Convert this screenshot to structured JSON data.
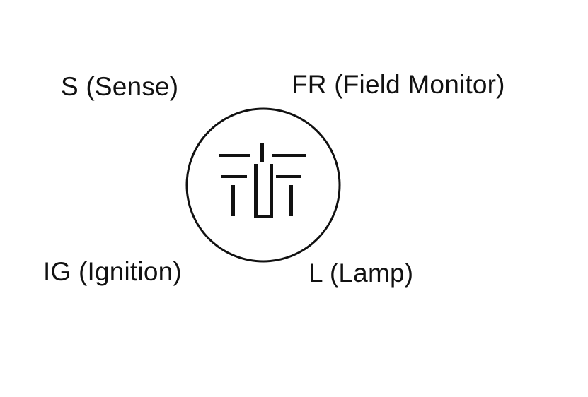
{
  "diagram": {
    "title": "",
    "terminals": {
      "s": "S (Sense)",
      "fr": "FR (Field Monitor)",
      "ig": "IG (Ignition)",
      "l": "L (Lamp)"
    },
    "colors": {
      "line": "#111111",
      "background": "#ffffff"
    }
  }
}
